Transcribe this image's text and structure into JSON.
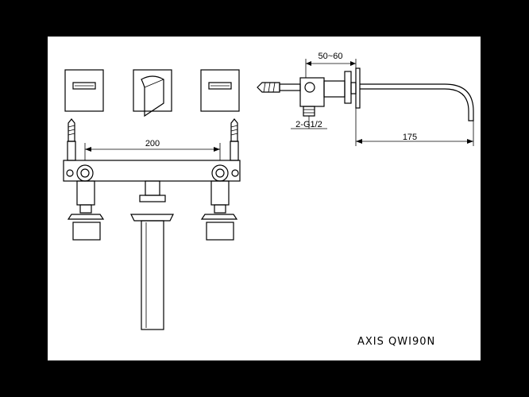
{
  "drawing": {
    "dimensions": {
      "spacing": "200",
      "depth": "50~60",
      "thread": "2-G1/2",
      "reach": "175"
    },
    "model": "AXIS QWI90N"
  }
}
